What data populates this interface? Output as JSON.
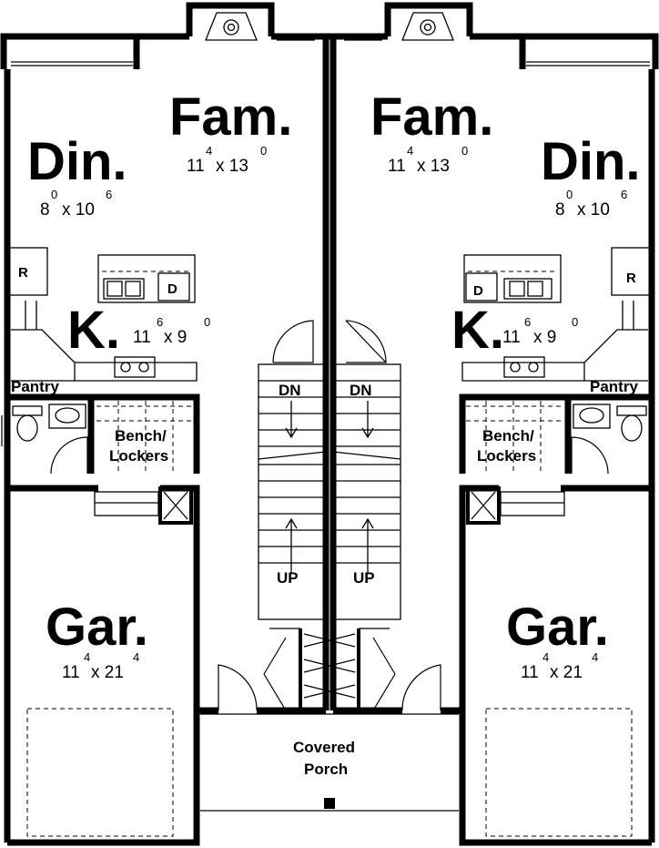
{
  "rooms": {
    "fam_left": {
      "name": "Fam.",
      "dim_a": "11",
      "sup_a": "4",
      "dim_b": "x 13",
      "sup_b": "0"
    },
    "fam_right": {
      "name": "Fam.",
      "dim_a": "11",
      "sup_a": "4",
      "dim_b": "x 13",
      "sup_b": "0"
    },
    "din_left": {
      "name": "Din.",
      "dim_a": "8",
      "sup_a": "0",
      "dim_b": "x 10",
      "sup_b": "6"
    },
    "din_right": {
      "name": "Din.",
      "dim_a": "8",
      "sup_a": "0",
      "dim_b": "x 10",
      "sup_b": "6"
    },
    "kit_left": {
      "name": "K.",
      "dim_a": "11",
      "sup_a": "6",
      "dim_b": "x 9",
      "sup_b": "0"
    },
    "kit_right": {
      "name": "K.",
      "dim_a": "11",
      "sup_a": "6",
      "dim_b": "x 9",
      "sup_b": "0"
    },
    "gar_left": {
      "name": "Gar.",
      "dim_a": "11",
      "sup_a": "4",
      "dim_b": "x 21",
      "sup_b": "4"
    },
    "gar_right": {
      "name": "Gar.",
      "dim_a": "11",
      "sup_a": "4",
      "dim_b": "x 21",
      "sup_b": "4"
    }
  },
  "labels": {
    "pantry": "Pantry",
    "bench_line1": "Bench/",
    "bench_line2": "Lockers",
    "stairs_down": "DN",
    "stairs_up": "UP",
    "porch_line1": "Covered",
    "porch_line2": "Porch",
    "refrigerator": "R",
    "dishwasher": "D"
  }
}
